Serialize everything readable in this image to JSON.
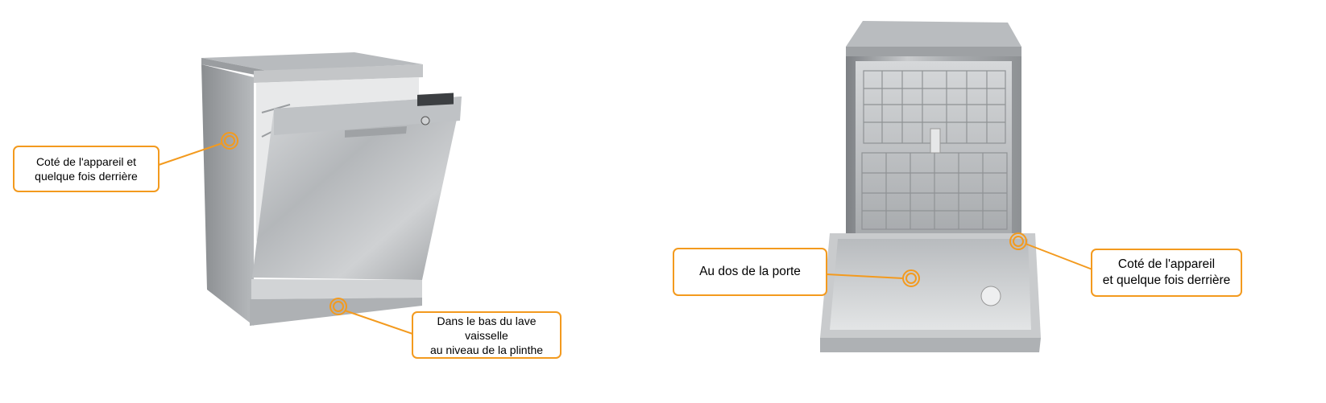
{
  "accent_color": "#f39a1e",
  "labels": {
    "side_left": {
      "line1": "Coté de l'appareil et",
      "line2": "quelque fois derrière"
    },
    "bottom_plinth": {
      "line1": "Dans le bas du lave vaisselle",
      "line2": "au niveau de la plinthe"
    },
    "door_back": {
      "line1": "Au dos de la porte"
    },
    "side_right": {
      "line1": "Coté de l'appareil",
      "line2": "et quelque fois derrière"
    }
  },
  "images": [
    {
      "name": "dishwasher-door-ajar",
      "view": "three-quarter, door partly open, stainless steel"
    },
    {
      "name": "dishwasher-door-open",
      "view": "front, door fully open, racks visible"
    }
  ]
}
